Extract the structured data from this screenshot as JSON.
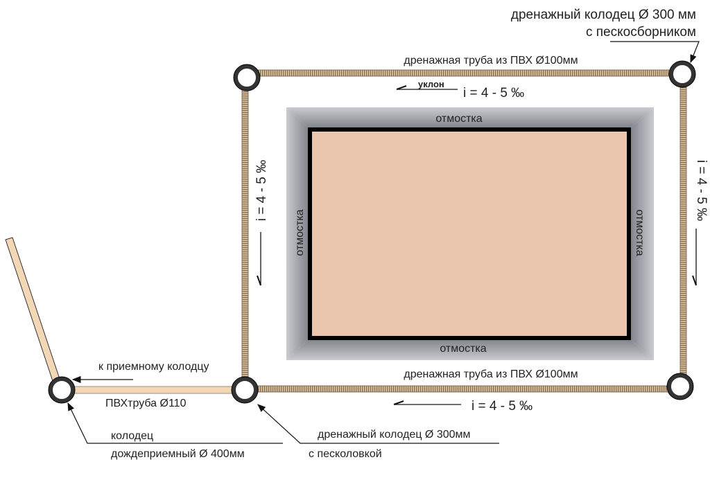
{
  "labels": {
    "top_right_well_line1": "дренажный колодец Ø 300 мм",
    "top_right_well_line2": "с пескосборником",
    "top_pipe": "дренажная труба из ПВХ Ø100мм",
    "slope_word": "уклон",
    "slope_top": "i = 4 - 5 ‰",
    "slope_left": "i = 4 - 5 ‰",
    "slope_right": "i = 4 - 5 ‰",
    "slope_bottom": "i = 4 - 5 ‰",
    "blind_area_top": "отмостка",
    "blind_area_bottom": "отмостка",
    "blind_area_left": "отмостка",
    "blind_area_right": "отмостка",
    "bottom_pipe": "дренажная труба из ПВХ Ø100мм",
    "to_receiving_well": "к приемному колодцу",
    "pvc_pipe": "ПВХтруба Ø110",
    "rain_well_line1": "колодец",
    "rain_well_line2": "дождеприемный Ø 400мм",
    "drain_well_line1": "дренажный колодец Ø 300мм",
    "drain_well_line2": "с песколовкой"
  },
  "colors": {
    "building": "#e9c6ad",
    "pipe": "#b79a78",
    "pvc": "#f3d6b6",
    "blind_area": "#8d9096"
  }
}
